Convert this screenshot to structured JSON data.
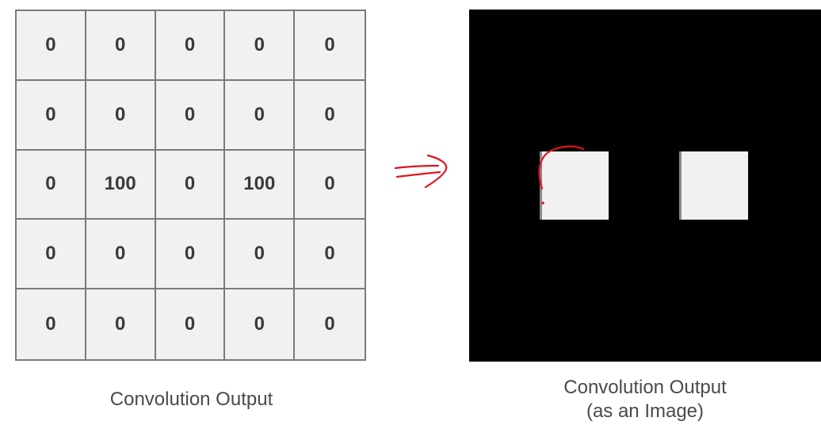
{
  "matrix": {
    "rows": [
      [
        "0",
        "0",
        "0",
        "0",
        "0"
      ],
      [
        "0",
        "0",
        "0",
        "0",
        "0"
      ],
      [
        "0",
        "100",
        "0",
        "100",
        "0"
      ],
      [
        "0",
        "0",
        "0",
        "0",
        "0"
      ],
      [
        "0",
        "0",
        "0",
        "0",
        "0"
      ]
    ]
  },
  "captions": {
    "left": "Convolution Output",
    "right_line1": "Convolution Output",
    "right_line2": "(as an Image)"
  },
  "image": {
    "background_color": "#000000",
    "square_color": "#f1f1f1"
  },
  "annotations": {
    "ink_color": "#e0141e",
    "arrow": "double-arrow-right",
    "mark": "curved-stroke-on-first-square"
  }
}
